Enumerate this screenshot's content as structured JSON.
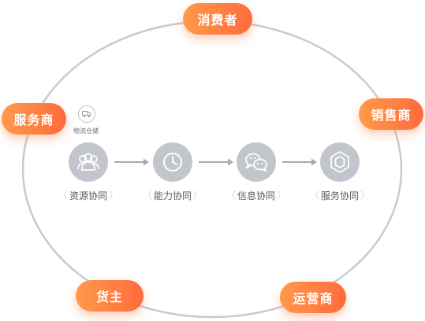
{
  "roles": {
    "consumer": "消费者",
    "service_provider": "服务商",
    "distributor": "销售商",
    "cargo_owner": "货主",
    "operator": "运营商"
  },
  "sub_badge": {
    "label": "物流仓储",
    "icon": "truck-icon"
  },
  "flow_steps": [
    {
      "label": "资源协同",
      "icon": "people-icon"
    },
    {
      "label": "能力协同",
      "icon": "clock-icon"
    },
    {
      "label": "信息协同",
      "icon": "chat-bubbles-icon"
    },
    {
      "label": "服务协同",
      "icon": "hexagon-icon"
    }
  ],
  "colors": {
    "accent_start": "#ff9a4a",
    "accent_end": "#ff6b3d",
    "node_fill": "#c3c5cc",
    "ring_stroke": "#c8cad2",
    "label_text": "#555a66"
  }
}
